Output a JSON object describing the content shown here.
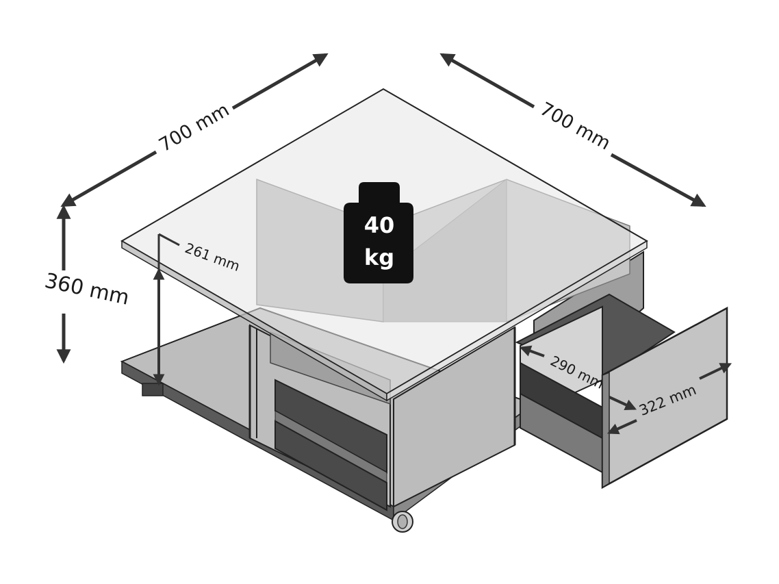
{
  "dimensions": {
    "width_left": "700 mm",
    "width_right": "700 mm",
    "height": "360 mm",
    "shelf_clearance": "261 mm",
    "drawer_depth": "290 mm",
    "drawer_width": "322 mm"
  },
  "load_badge": {
    "value": "40",
    "unit": "kg"
  },
  "colors": {
    "top_glass": "#eeeeee",
    "body": "#c8c8c8",
    "dark": "#3a3a3a",
    "arrow": "#333333",
    "badge": "#111111"
  },
  "icons": [
    "weight-icon",
    "caster-wheel-icon"
  ]
}
